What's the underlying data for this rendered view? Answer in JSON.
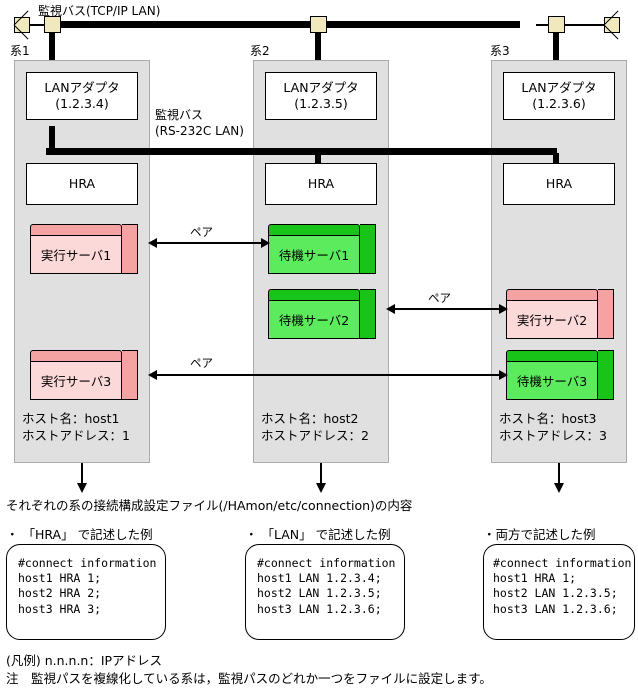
{
  "diagram": {
    "top_bus_label": "監視バス(TCP/IP LAN)",
    "serial_bus_label_line1": "監視バス",
    "serial_bus_label_line2": "(RS-232C LAN)",
    "pair_label": "ペア",
    "colors": {
      "panel": "#e0e0e0",
      "active_server_front": "#fcd9d9",
      "active_server_shade": "#f4a2a2",
      "standby_server_front": "#5ceb5c",
      "standby_server_shade": "#19c419",
      "tap": "#efe9bd",
      "line": "#000000"
    },
    "columns": [
      {
        "title": "系1",
        "lan_adapter_label": "LANアダプタ",
        "lan_adapter_address": "(1.2.3.4)",
        "hra_label": "HRA",
        "host_name": "ホスト名：host1",
        "host_address": "ホストアドレス：1",
        "servers": [
          {
            "label": "実行サーバ1",
            "kind": "active"
          },
          {
            "label": "実行サーバ3",
            "kind": "active"
          }
        ]
      },
      {
        "title": "系2",
        "lan_adapter_label": "LANアダプタ",
        "lan_adapter_address": "(1.2.3.5)",
        "hra_label": "HRA",
        "host_name": "ホスト名：host2",
        "host_address": "ホストアドレス：2",
        "servers": [
          {
            "label": "待機サーバ1",
            "kind": "standby"
          },
          {
            "label": "待機サーバ2",
            "kind": "standby"
          }
        ]
      },
      {
        "title": "系3",
        "lan_adapter_label": "LANアダプタ",
        "lan_adapter_address": "(1.2.3.6)",
        "hra_label": "HRA",
        "host_name": "ホスト名：host3",
        "host_address": "ホストアドレス：3",
        "servers": [
          {
            "label": "実行サーバ2",
            "kind": "active"
          },
          {
            "label": "待機サーバ3",
            "kind": "standby"
          }
        ]
      }
    ]
  },
  "bottom": {
    "caption": "それぞれの系の接続構成設定ファイル(/HAmon/etc/connection)の内容",
    "examples": [
      {
        "bullet": "・ 「HRA」 で記述した例",
        "content": "#connect information\nhost1 HRA 1;\nhost2 HRA 2;\nhost3 HRA 3;"
      },
      {
        "bullet": "・ 「LAN」 で記述した例",
        "content": "#connect information\nhost1 LAN 1.2.3.4;\nhost2 LAN 1.2.3.5;\nhost3 LAN 1.2.3.6;"
      },
      {
        "bullet": "・両方で記述した例",
        "content": "#connect information\nhost1 HRA 1;\nhost2 LAN 1.2.3.5;\nhost3 LAN 1.2.3.6;"
      }
    ]
  },
  "footer": {
    "legend": "(凡例) n.n.n.n：IPアドレス",
    "note": "注　監視パスを複線化している系は，監視パスのどれか一つをファイルに設定します。"
  }
}
